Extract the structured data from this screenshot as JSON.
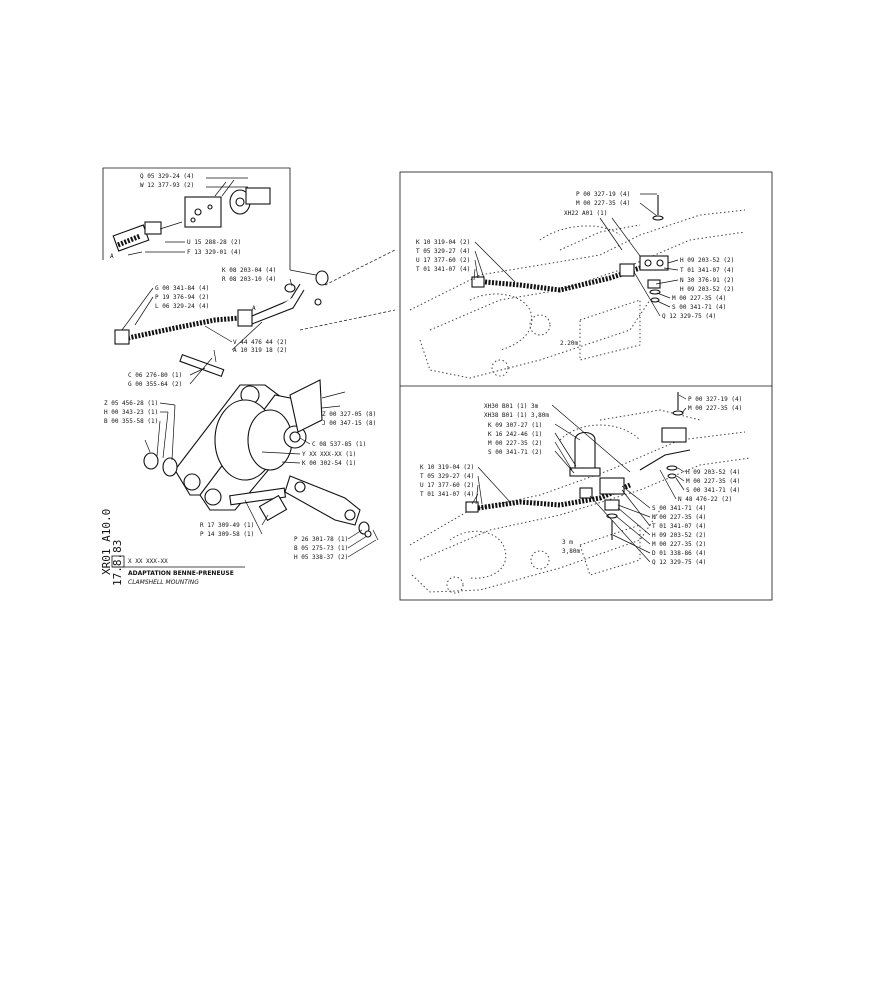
{
  "title_block": {
    "code": "XR01 A10.0",
    "ref": "X XX XXX-XX",
    "date": "17.8.83",
    "fr": "ADAPTATION BENNE-PRENEUSE",
    "en": "CLAMSHELL MOUNTING"
  },
  "inset": {
    "corner": "A",
    "labels": [
      "Q 05 329-24 (4)",
      "W 12 377-93 (2)",
      "U 15 288-28 (2)",
      "F 13 329-01 (4)"
    ]
  },
  "left": {
    "detail_mark": "A",
    "labels_a": [
      "K 08 203-04 (4)",
      "R 08 203-10 (4)",
      "G 00 341-84 (4)",
      "P 19 376-94 (2)",
      "L 06 329-24 (4)",
      "V 44 476 44 (2)",
      "A 10 319 18 (2)"
    ],
    "labels_b": [
      "C 06 276-80 (1)",
      "G 00 355-64 (2)",
      "Z 05 456-28 (1)",
      "H 00 343-23 (1)",
      "B 00 355-58 (1)"
    ],
    "labels_c": [
      "Z 00 327-05 (8)",
      "J 00 347-15 (8)",
      "C 08 537-85 (1)",
      "Y XX XXX-XX (1)",
      "K 00 302-54 (1)"
    ],
    "labels_d": [
      "R 17 309-49 (1)",
      "P 14 309-58 (1)",
      "P 26 301-78 (1)",
      "B 05 275-73 (1)",
      "H 05 338-37 (2)"
    ]
  },
  "upper_right": {
    "length": "2.20m",
    "labels_top": [
      "P 00 327-19 (4)",
      "M 00 227-35 (4)",
      "XH22 A01 (1)"
    ],
    "labels_left": [
      "K 10 319-04 (2)",
      "T 05 329-27 (4)",
      "U 17 377-60 (2)",
      "T 01 341-07 (4)"
    ],
    "labels_right": [
      "H 09 203-52 (2)",
      "T 01 341-07 (4)",
      "N 30 376-91 (2)",
      "H 09 203-52 (2)",
      "M 00 227-35 (4)",
      "S 00 341-71 (4)",
      "Q 12 329-75 (4)"
    ]
  },
  "lower_right": {
    "length_a": "3 m",
    "length_b": "3,80m",
    "labels_top": [
      "XH30 B01 (1) 3m",
      "XH38 B01 (1) 3,80m",
      "K 09 307-27 (1)",
      "K 16 242-46 (1)",
      "M 00 227-35 (2)",
      "S 00 341-71 (2)"
    ],
    "labels_left": [
      "K 10 319-04 (2)",
      "T 05 329-27 (4)",
      "U 17 377-60 (2)",
      "T 01 341-07 (4)"
    ],
    "labels_right_top": [
      "P 00 327-19 (4)",
      "M 00 227-35 (4)"
    ],
    "labels_right": [
      "H 09 203-52 (4)",
      "M 00 227-35 (4)",
      "S 00 341-71 (4)",
      "N 48 476-22 (2)",
      "S 00 341-71 (4)",
      "M 00 227-35 (4)",
      "T 01 341-07 (4)",
      "H 09 203-52 (2)",
      "M 00 227-35 (2)",
      "D 01 338-86 (4)",
      "Q 12 329-75 (4)"
    ]
  }
}
